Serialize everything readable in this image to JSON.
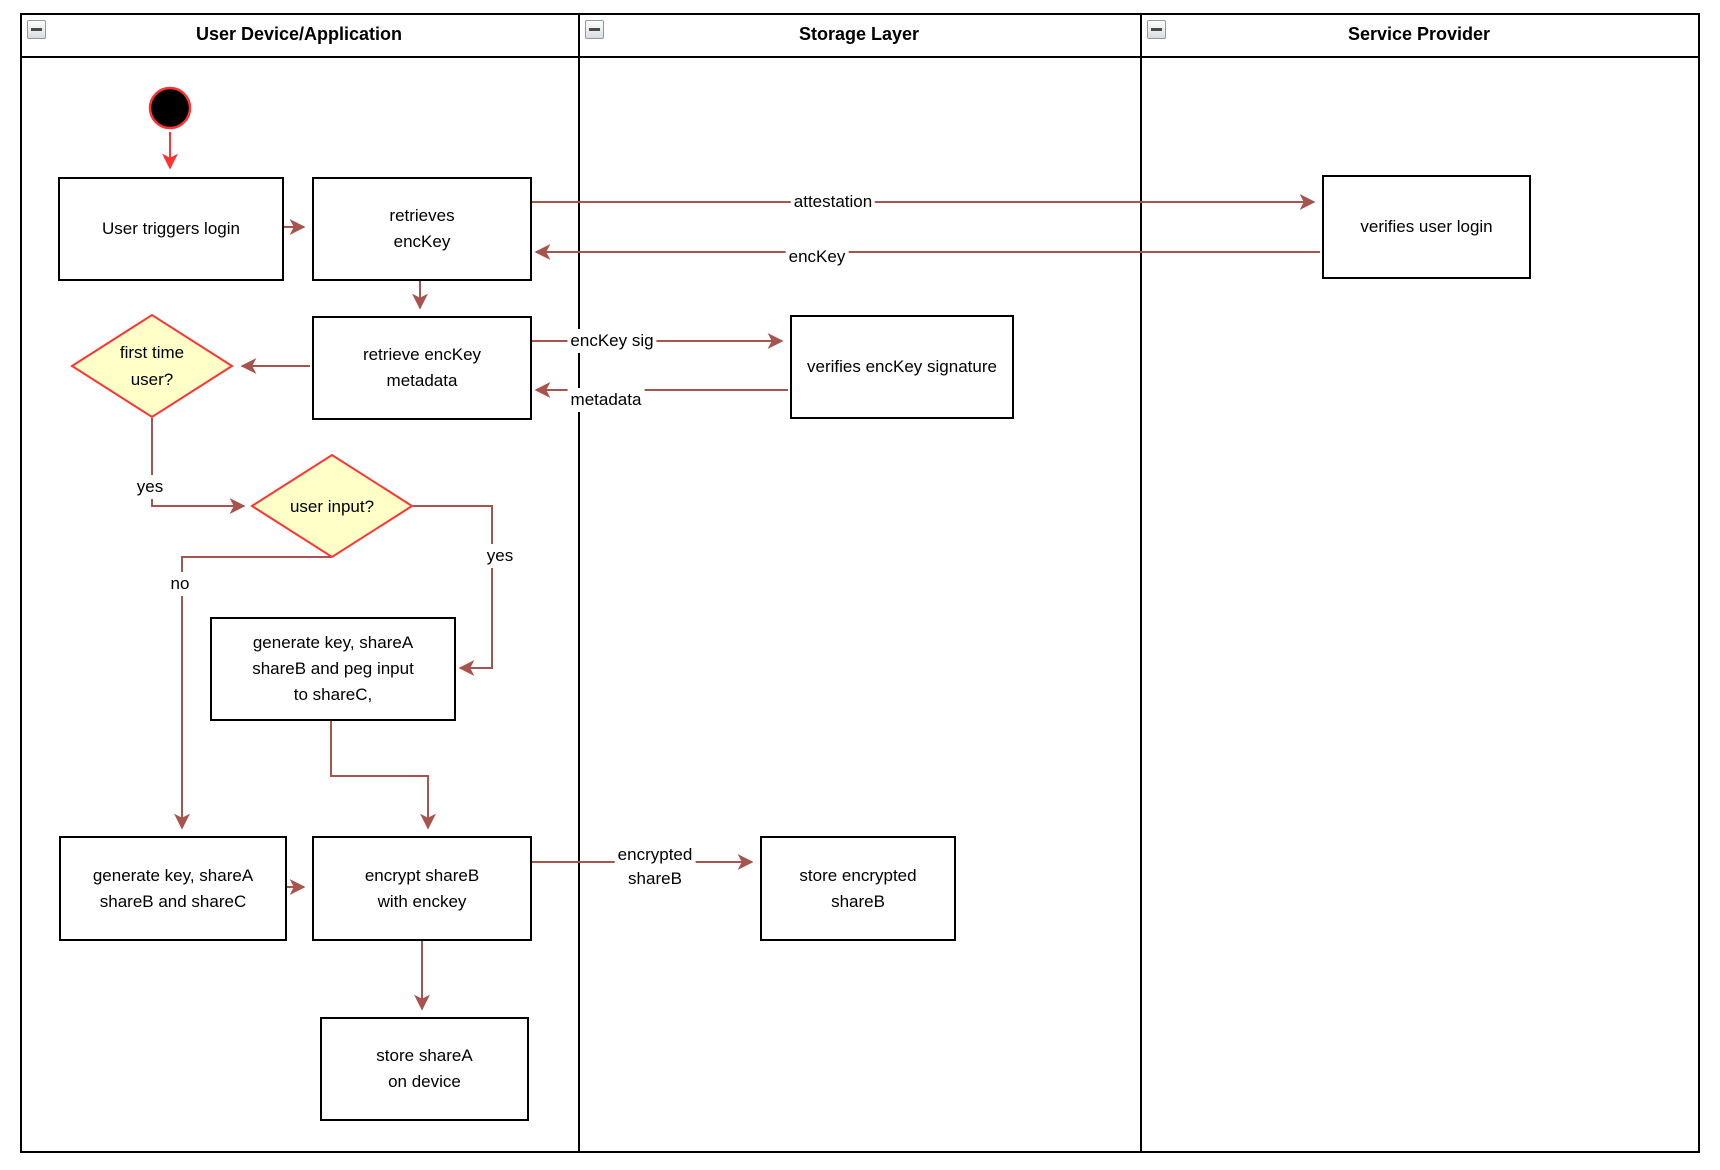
{
  "diagram": {
    "lanes": [
      {
        "title": "User Device/Application"
      },
      {
        "title": "Storage Layer"
      },
      {
        "title": "Service Provider"
      }
    ],
    "nodes": {
      "user_triggers_login": "User triggers login",
      "retrieves_enckey": "retrieves\nencKey",
      "retrieve_enckey_metadata": "retrieve encKey\nmetadata",
      "verifies_user_login": "verifies user login",
      "verifies_enckey_signature": "verifies encKey signature",
      "generate_key_peg_input": "generate key, shareA\nshareB and peg input\nto shareC,",
      "generate_key_sharec": "generate key, shareA\nshareB and shareC",
      "encrypt_shareb": "encrypt shareB\nwith enckey",
      "store_encrypted_shareb": "store encrypted\nshareB",
      "store_sharea_on_device": "store shareA\non device"
    },
    "decisions": {
      "first_time_user": "first time\nuser?",
      "user_input": "user input?"
    },
    "edge_labels": {
      "attestation": "attestation",
      "enckey": "encKey",
      "enckey_sig": "encKey sig",
      "metadata": "metadata",
      "encrypted_shareb": "encrypted\nshareB",
      "yes_first_time": "yes",
      "yes_user_input": "yes",
      "no_user_input": "no"
    },
    "colors": {
      "flow_arrow": "#A8544E",
      "highlight_red": "#FF3332",
      "decision_fill": "#FFFFC8",
      "node_border": "#000000",
      "background": "#FFFFFF"
    }
  }
}
